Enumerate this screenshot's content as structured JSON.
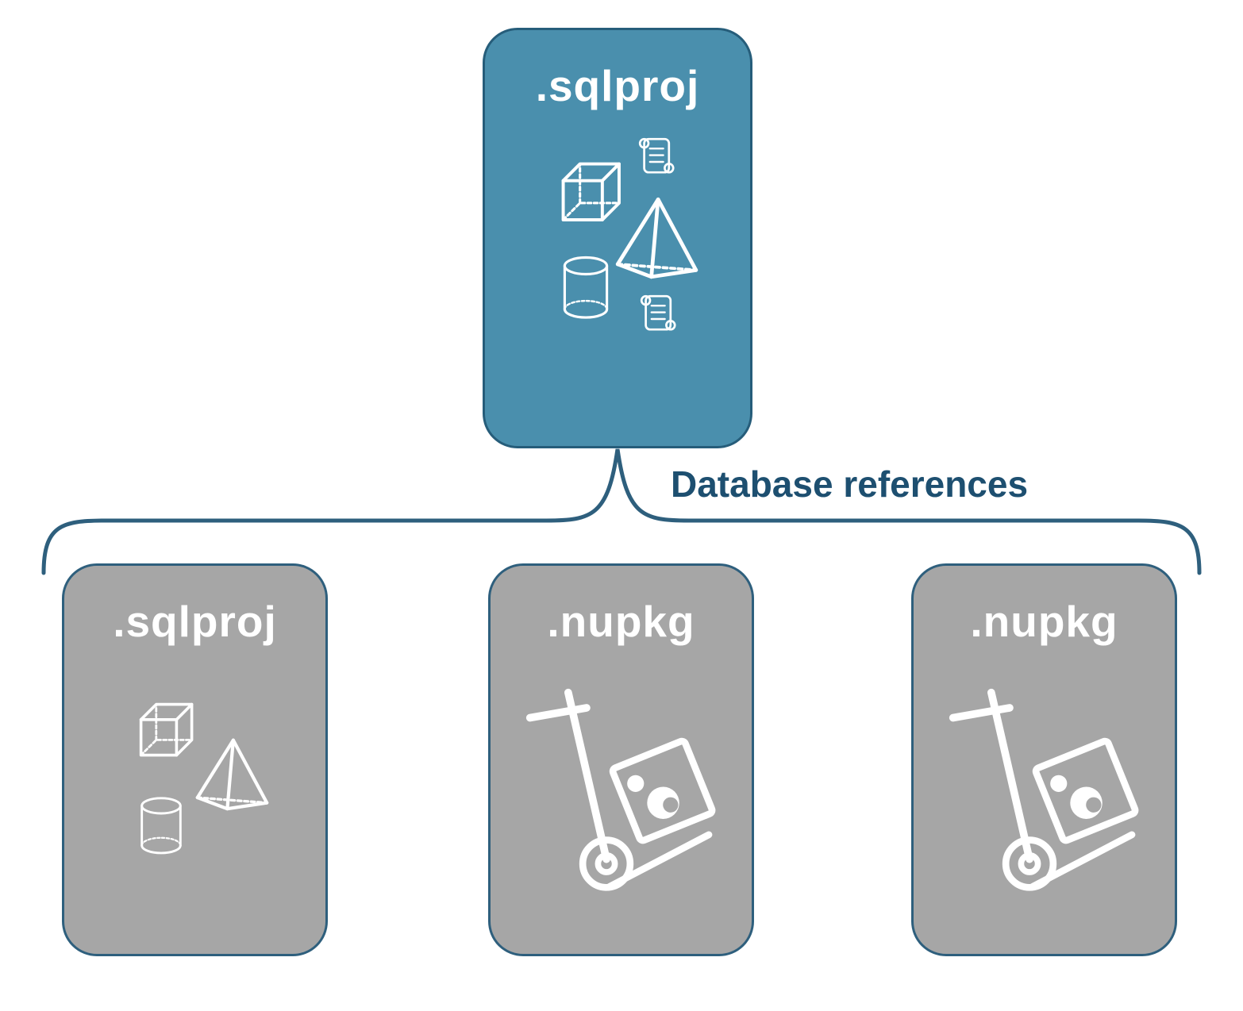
{
  "diagram": {
    "root": {
      "label": ".sqlproj",
      "kind": "sql-project"
    },
    "connector": {
      "label": "Database references"
    },
    "children": [
      {
        "label": ".sqlproj",
        "kind": "sql-project"
      },
      {
        "label": ".nupkg",
        "kind": "nuget-package"
      },
      {
        "label": ".nupkg",
        "kind": "nuget-package"
      }
    ],
    "icons": {
      "root": [
        "cube-icon",
        "scroll-icon",
        "pyramid-icon",
        "cylinder-icon",
        "scroll-icon"
      ],
      "sqlproj_child": [
        "cube-icon",
        "pyramid-icon",
        "cylinder-icon"
      ],
      "nupkg_child": [
        "hand-truck-icon"
      ]
    },
    "colors": {
      "background": "#ffffff",
      "root_fill": "#4a8fad",
      "root_border": "#265d7a",
      "child_fill": "#a6a6a6",
      "child_border": "#2e5f7d",
      "connector_line": "#2e5f7d",
      "connector_label_text": "#1d4f70",
      "box_text": "#ffffff",
      "icon_stroke": "#ffffff"
    }
  }
}
